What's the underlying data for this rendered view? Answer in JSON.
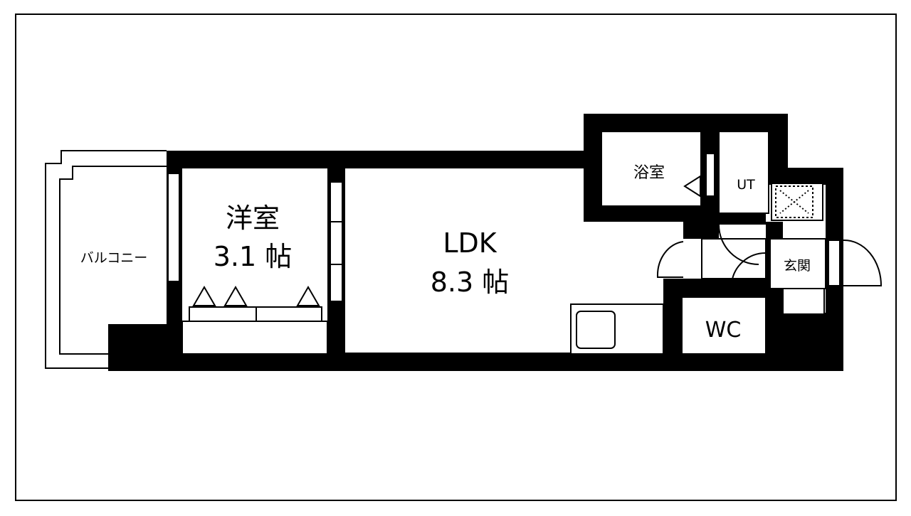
{
  "colors": {
    "wall": "#000000",
    "background": "#ffffff",
    "fixture": "#000000"
  },
  "rooms": {
    "balcony": {
      "label": "バルコニー"
    },
    "western_room": {
      "name": "洋室",
      "size": "3.1 帖"
    },
    "ldk": {
      "name": "LDK",
      "size": "8.3 帖"
    },
    "bathroom": {
      "label": "浴室"
    },
    "utility": {
      "label": "UT"
    },
    "entrance": {
      "label": "玄関"
    },
    "toilet": {
      "label": "WC"
    }
  }
}
